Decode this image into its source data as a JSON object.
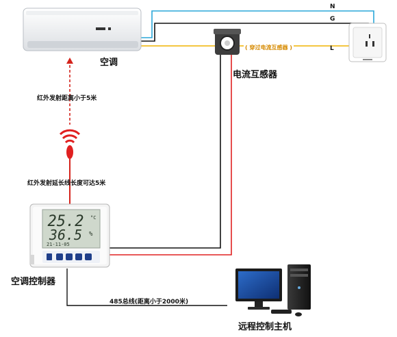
{
  "labels": {
    "ac": "空调",
    "ct": "电流互感器",
    "ct_note": "( 穿过电流互感器 )",
    "ir_distance": "红外发射距离小于5米",
    "ir_extend": "红外发射延长线长度可达5米",
    "controller": "空调控制器",
    "bus": "485总线(距离小于2000米)",
    "host": "远程控制主机"
  },
  "wires": {
    "n": "N",
    "g": "G",
    "l": "L"
  },
  "device": {
    "temp": "25.2",
    "temp_unit": "°C",
    "hum": "36.5",
    "hum_unit": "%",
    "date": "21-11-05"
  },
  "colors": {
    "wire_n": "#2aa7d8",
    "wire_g": "#111111",
    "wire_l": "#f0b400",
    "wire_red": "#e02020",
    "ir_dash": "#d4231c"
  }
}
